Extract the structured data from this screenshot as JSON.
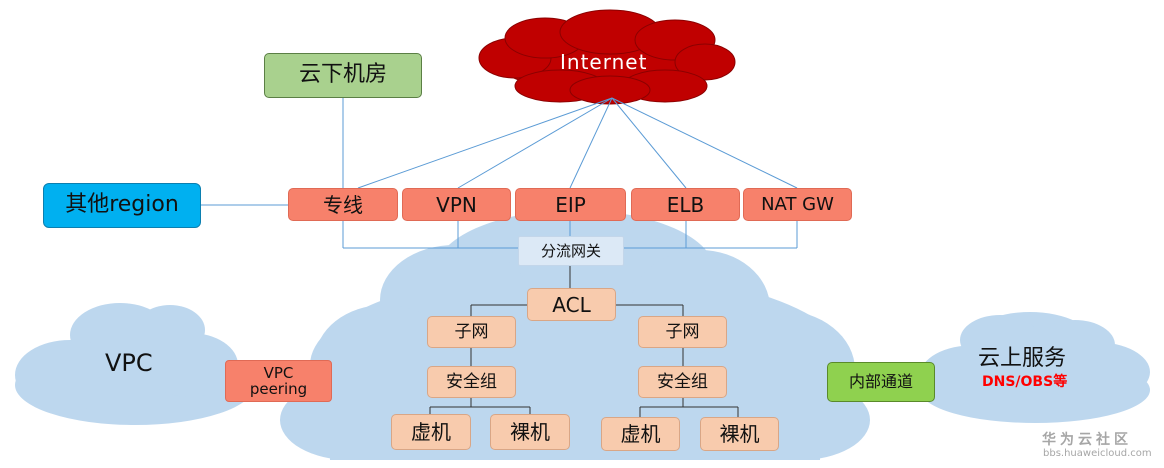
{
  "internet": {
    "label": "Internet"
  },
  "offcloud_dc": {
    "label": "云下机房"
  },
  "other_region": {
    "label": "其他region"
  },
  "access": {
    "dedicated_line": "专线",
    "vpn": "VPN",
    "eip": "EIP",
    "elb": "ELB",
    "nat_gw": "NAT GW"
  },
  "shunt_gateway": {
    "label": "分流网关"
  },
  "acl": {
    "label": "ACL"
  },
  "left_branch": {
    "subnet": "子网",
    "security_group": "安全组",
    "vm": "虚机",
    "bare_metal": "裸机"
  },
  "right_branch": {
    "subnet": "子网",
    "security_group": "安全组",
    "vm": "虚机",
    "bare_metal": "裸机"
  },
  "vpc": {
    "label": "VPC"
  },
  "vpc_peering": {
    "line1": "VPC",
    "line2": "peering"
  },
  "internal_channel": {
    "label": "内部通道"
  },
  "cloud_services": {
    "title": "云上服务",
    "subtitle": "DNS/OBS等"
  },
  "watermark": {
    "brand": "华为云社区",
    "url": "bbs.huaweicloud.com"
  },
  "colors": {
    "internet_cloud": "#c00000",
    "big_cloud": "#bdd7ee",
    "access_box": "#f7816b",
    "inner_box": "#f8cbad",
    "line": "#5b9bd5",
    "subtitle_red": "#ff0000"
  }
}
